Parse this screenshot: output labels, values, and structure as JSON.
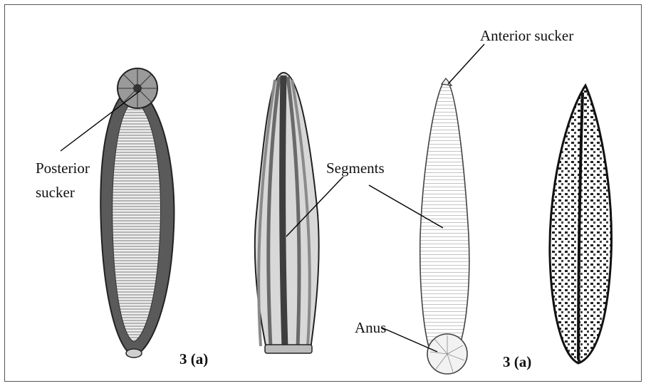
{
  "figure": {
    "labels": {
      "posterior_sucker_1": "Posterior",
      "posterior_sucker_2": "sucker",
      "segments": "Segments",
      "anterior_sucker": "Anterior sucker",
      "anus": "Anus",
      "caption_left": "3 (a)",
      "caption_right": "3 (a)"
    },
    "colors": {
      "ink": "#1a1a1a",
      "dark_fill": "#4a4a4a",
      "mid_fill": "#8a8a8a",
      "light_fill": "#d9d9d9"
    }
  }
}
